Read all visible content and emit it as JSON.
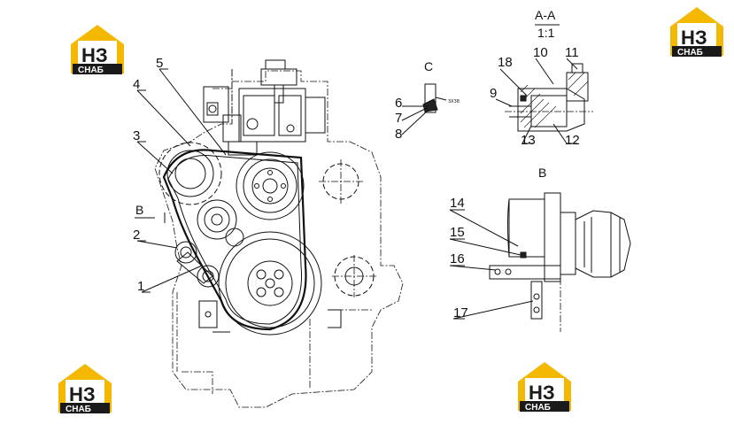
{
  "callouts": {
    "c1": "1",
    "c2": "2",
    "c3": "3",
    "c4": "4",
    "c5": "5",
    "c6": "6",
    "c7": "7",
    "c8": "8",
    "c9": "9",
    "c10": "10",
    "c11": "11",
    "c12": "12",
    "c13": "13",
    "c14": "14",
    "c15": "15",
    "c16": "16",
    "c17": "17",
    "c18": "18"
  },
  "sections": {
    "view_b_left": "B",
    "view_c": "C",
    "section_aa": "A-A",
    "section_aa_scale": "1:1",
    "view_b_right": "B"
  },
  "small_note": "3X38",
  "logos": [
    {
      "mark": "НЗ",
      "text": "СНАБ"
    },
    {
      "mark": "НЗ",
      "text": "СНАБ"
    },
    {
      "mark": "НЗ",
      "text": "СНАБ"
    },
    {
      "mark": "НЗ",
      "text": "СНАБ"
    }
  ],
  "colors": {
    "logo_yellow": "#f5b800",
    "logo_dark": "#1a1a1a",
    "line": "#111111"
  }
}
